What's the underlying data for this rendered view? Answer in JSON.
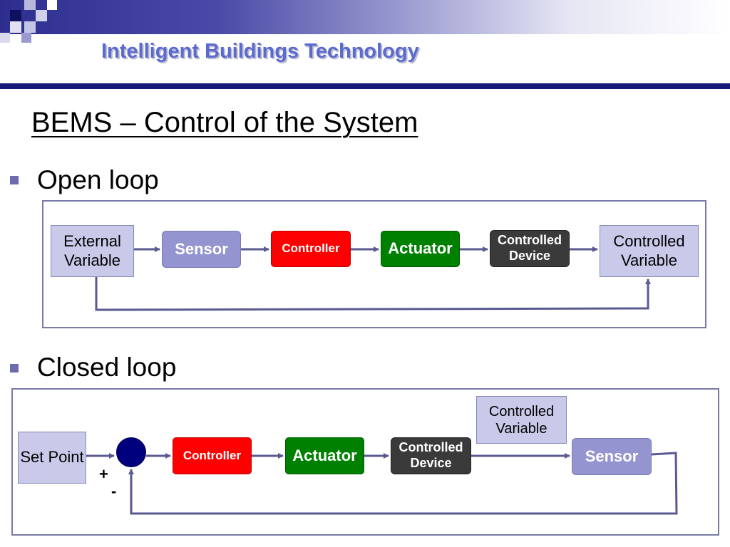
{
  "header": {
    "brand": "Intelligent Buildings Technology"
  },
  "slide": {
    "title": "BEMS – Control of the System"
  },
  "colors": {
    "sensor": "#9494d0",
    "controller": "#ff0000",
    "actuator": "#008000",
    "controlled_device": "#3a3a3a",
    "summing_junction": "#00007f",
    "header_rule": "#1a1a7a"
  },
  "open_loop": {
    "heading": "Open loop",
    "nodes": {
      "external_variable": "External Variable",
      "sensor": "Sensor",
      "controller": "Controller",
      "actuator": "Actuator",
      "controlled_device": "Controlled Device",
      "controlled_variable": "Controlled Variable"
    },
    "edges": [
      [
        "external_variable",
        "sensor"
      ],
      [
        "sensor",
        "controller"
      ],
      [
        "controller",
        "actuator"
      ],
      [
        "actuator",
        "controlled_device"
      ],
      [
        "controlled_device",
        "controlled_variable"
      ],
      [
        "external_variable",
        "controlled_variable"
      ]
    ]
  },
  "closed_loop": {
    "heading": "Closed loop",
    "nodes": {
      "set_point": "Set Point",
      "controller": "Controller",
      "actuator": "Actuator",
      "controlled_device": "Controlled Device",
      "controlled_variable": "Controlled Variable",
      "sensor": "Sensor"
    },
    "summing_junction": {
      "plus": "+",
      "minus": "-"
    },
    "edges": [
      [
        "set_point",
        "summing_junction"
      ],
      [
        "summing_junction",
        "controller"
      ],
      [
        "controller",
        "actuator"
      ],
      [
        "actuator",
        "controlled_device"
      ],
      [
        "controlled_device",
        "sensor"
      ],
      [
        "sensor",
        "summing_junction"
      ]
    ]
  }
}
